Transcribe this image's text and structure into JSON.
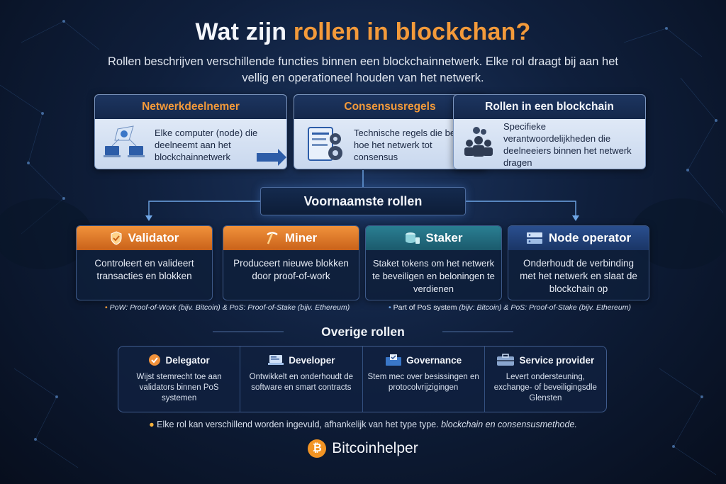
{
  "title": {
    "prefix": "Wat zijn ",
    "accent": "rollen in blockchan?"
  },
  "subtitle": "Rollen beschrijven verschillende functies binnen een blockchainnetwerk. Elke rol draagt bij aan het vellig en operationeel houden van het netwerk.",
  "top_cards": [
    {
      "title": "Netwerkdeelnemer",
      "text": "Elke computer (node) die deelneemt aan het blockchainnetwerk",
      "icon": "network-icon"
    },
    {
      "title": "Consensusregels",
      "text": "Technische regels die bepalen hoe het netwerk tot consensus",
      "icon": "rules-document-icon"
    },
    {
      "title": "Rollen in een blockchain",
      "text": "Specifieke verantwoordelijkheden die deelneeiers binnen het netwerk dragen",
      "icon": "people-gears-icon"
    }
  ],
  "main_roles_title": "Voornaamste rollen",
  "main_roles": [
    {
      "title": "Validator",
      "text": "Controleert en valideert transacties en blokken",
      "icon": "shield-icon",
      "color": "#f1923b"
    },
    {
      "title": "Miner",
      "text": "Produceert nieuwe blokken door proof-of-work",
      "icon": "pickaxe-icon",
      "color": "#f1923b"
    },
    {
      "title": "Staker",
      "text": "Staket tokens om het netwerk te beveiligen en beloningen te verdienen",
      "icon": "coins-stack-icon",
      "color": "#2a7f93"
    },
    {
      "title": "Node operator",
      "text": "Onderhoudt de verbinding met het netwerk en slaat de blockchain op",
      "icon": "server-icon",
      "color": "#2a4f8f"
    }
  ],
  "notes": {
    "left": "PoW: Proof-of-Work (bijv. Bitcoin) & PoS: Proof-of-Stake (bijv. Ethereum)",
    "right_label": "Part of PoS system",
    "right": " (bijv: Bitcoin) & PoS: Proof-of-Stake (bijv. Ethereum)"
  },
  "other_roles_title": "Overige rollen",
  "other_roles": [
    {
      "title": "Delegator",
      "text": "Wijst stemrecht toe aan validators binnen PoS systemen",
      "icon": "delegator-badge-icon"
    },
    {
      "title": "Developer",
      "text": "Ontwikkelt en onderhoudt de software en smart contracts",
      "icon": "laptop-code-icon"
    },
    {
      "title": "Governance",
      "text": "Stem mec over besissingen en protocolvrijzigingen",
      "icon": "ballot-icon"
    },
    {
      "title": "Service provider",
      "text": "Levert ondersteuning, exchange- of beveiligingsdle Glensten",
      "icon": "briefcase-icon"
    }
  ],
  "footnote": {
    "plain": "Elke rol kan verschillend worden ingevuld, afhankelijk van het type type. ",
    "italic": "blockchain en consensusmethode."
  },
  "brand": {
    "name": "Bitcoinhelper",
    "coin_symbol": "₿"
  },
  "colors": {
    "accent": "#f39a3a",
    "background": "#0f1f3c",
    "teal": "#2a7f93",
    "blue": "#2a4f8f"
  }
}
